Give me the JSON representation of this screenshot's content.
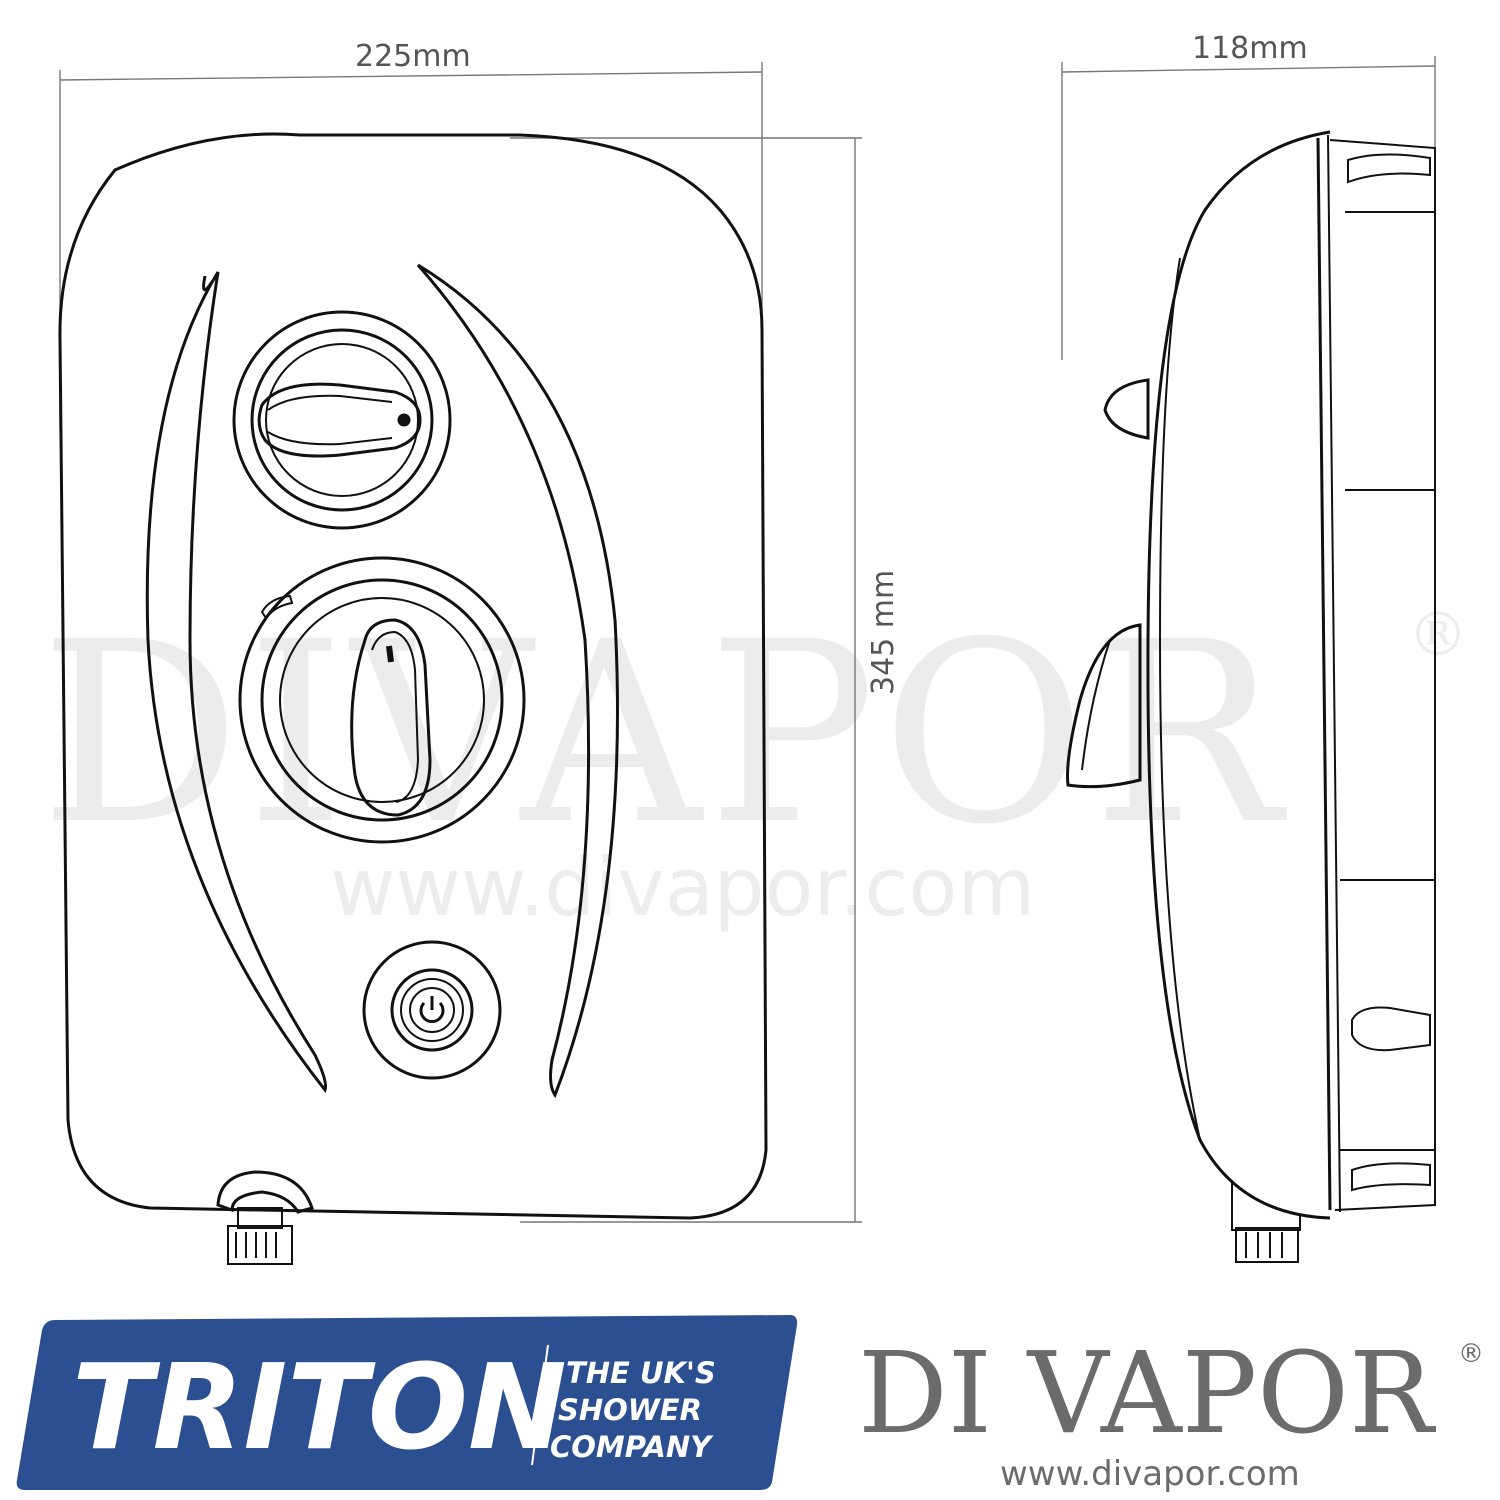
{
  "dimensions": {
    "width": "225mm",
    "depth": "118mm",
    "height": "345 mm"
  },
  "watermark": {
    "brand": "DIVAPOR",
    "registered": "®",
    "url": "www.divapor.com"
  },
  "triton": {
    "logo": "TRITON",
    "tagline_1": "THE UK'S",
    "tagline_2": "SHOWER",
    "tagline_3": "COMPANY",
    "color": "#2b4f91"
  },
  "divapor": {
    "logo": "DI VAPOR",
    "registered": "®",
    "url": "www.divapor.com"
  }
}
